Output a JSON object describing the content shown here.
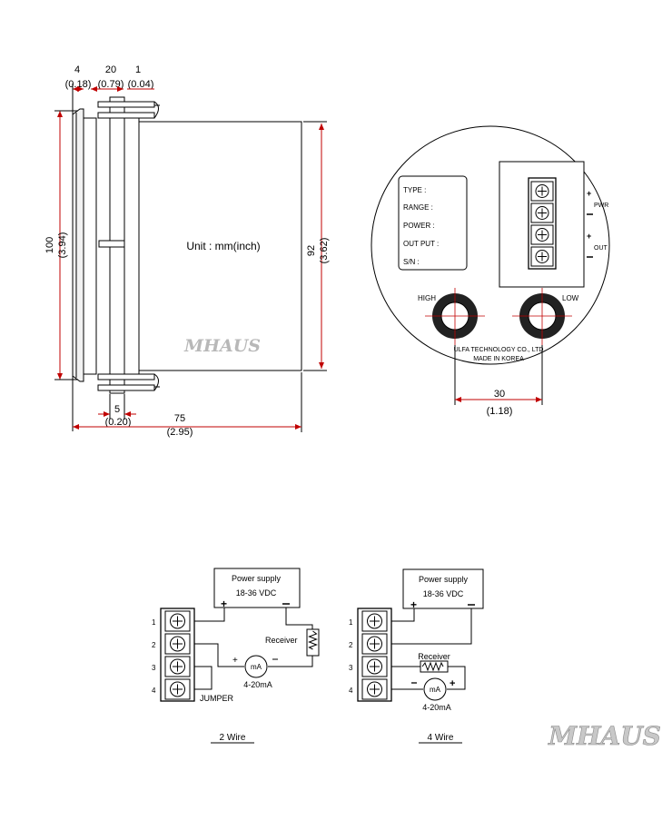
{
  "side_view": {
    "dim_top": [
      {
        "value": "4",
        "inch": "(0.18)"
      },
      {
        "value": "20",
        "inch": "(0.79)"
      },
      {
        "value": "1",
        "inch": "(0.04)"
      }
    ],
    "dim_height": {
      "value": "100",
      "inch": "(3.94)"
    },
    "dim_body_height": {
      "value": "92",
      "inch": "(3.62)"
    },
    "dim_clamp": {
      "value": "5",
      "inch": "(0.20)"
    },
    "dim_depth": {
      "value": "75",
      "inch": "(2.95)"
    },
    "unit_label": "Unit : mm(inch)",
    "watermark": "MHAUS"
  },
  "rear_view": {
    "label_fields": [
      "TYPE :",
      "RANGE :",
      "POWER :",
      "OUT PUT :",
      "S/N :"
    ],
    "pwr_label": "PWR",
    "out_label": "OUT",
    "high_label": "HIGH",
    "low_label": "LOW",
    "maker": "ULFA TECHNOLOGY CO., LTD",
    "made_in": "MADE IN KOREA",
    "dim_spacing": {
      "value": "30",
      "inch": "(1.18)"
    }
  },
  "wiring_2wire": {
    "power_supply": "Power supply",
    "voltage": "18-36 VDC",
    "receiver": "Receiver",
    "meter": "mA",
    "current": "4-20mA",
    "jumper": "JUMPER",
    "terminals": [
      "1",
      "2",
      "3",
      "4"
    ],
    "caption": "2 Wire"
  },
  "wiring_4wire": {
    "power_supply": "Power supply",
    "voltage": "18-36 VDC",
    "receiver": "Receiver",
    "meter": "mA",
    "current": "4-20mA",
    "terminals": [
      "1",
      "2",
      "3",
      "4"
    ],
    "caption": "4 Wire"
  },
  "watermark": "MHAUS"
}
